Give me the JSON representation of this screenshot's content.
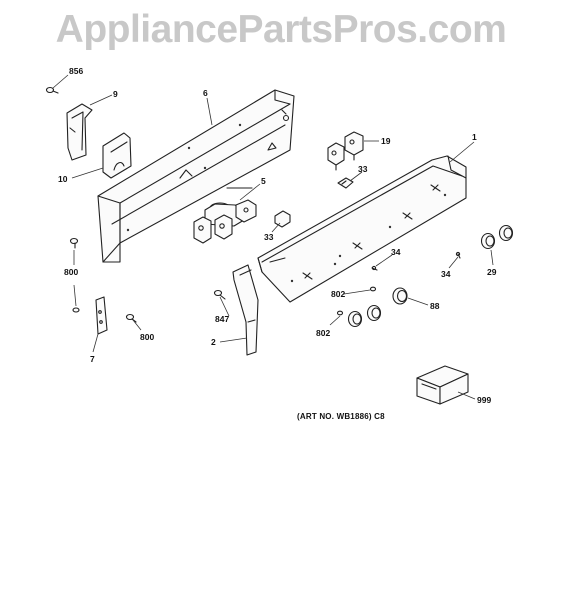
{
  "watermark": "AppliancePartsPros.com",
  "art_note": "(ART NO. WB1886) C8",
  "labels": {
    "p856": "856",
    "p9": "9",
    "p6": "6",
    "p10": "10",
    "p19": "19",
    "p1": "1",
    "p5": "5",
    "p33a": "33",
    "p33b": "33",
    "p800a": "800",
    "p800b": "800",
    "p34a": "34",
    "p34b": "34",
    "p29": "29",
    "p802a": "802",
    "p802b": "802",
    "p88": "88",
    "p847": "847",
    "p2": "2",
    "p7": "7",
    "p999": "999"
  }
}
